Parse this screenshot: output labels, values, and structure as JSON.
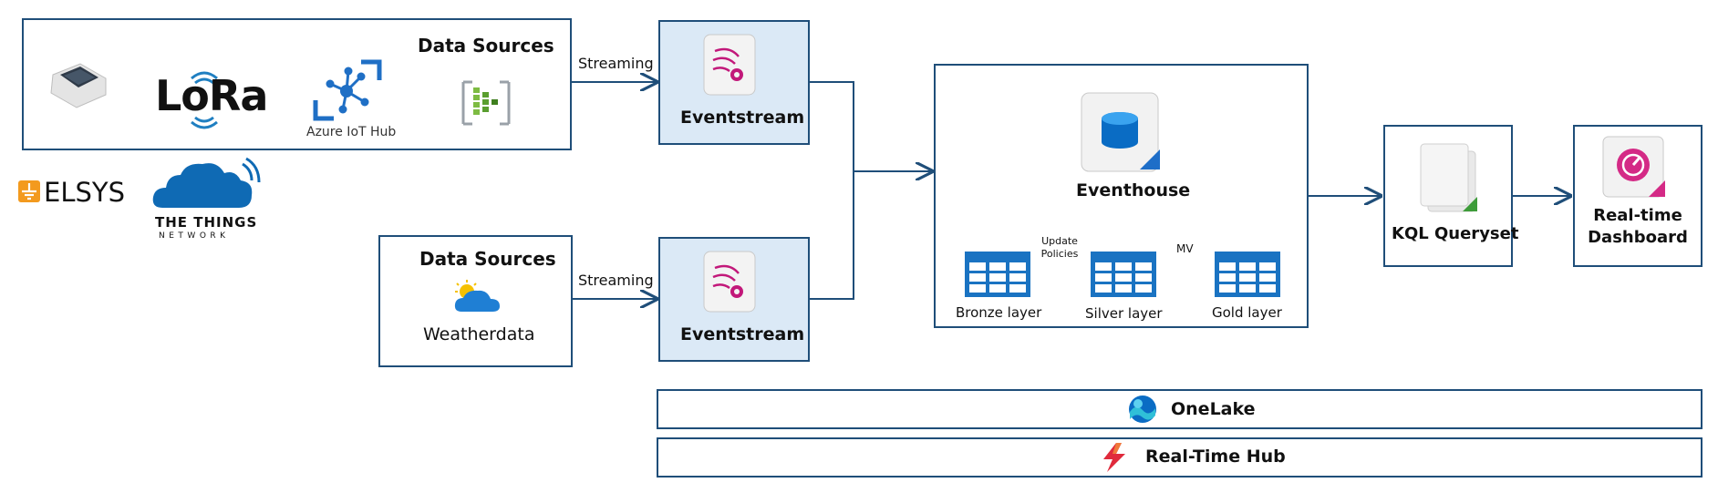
{
  "source_group_1": {
    "title": "Data Sources",
    "lora_text": "LoRa",
    "iot_hub_label": "Azure IoT Hub",
    "stream_label": "Streaming"
  },
  "brands": {
    "elsys": "ELSYS",
    "things_network_line1": "THE THINGS",
    "things_network_line2": "NETWORK"
  },
  "source_group_2": {
    "title": "Data Sources",
    "weather_label": "Weatherdata",
    "stream_label": "Streaming"
  },
  "eventstream_1": {
    "label": "Eventstream"
  },
  "eventstream_2": {
    "label": "Eventstream"
  },
  "eventhouse": {
    "label": "Eventhouse",
    "update_policies_label": "Update\nPolicies",
    "mv_label": "MV",
    "layers": [
      "Bronze layer",
      "Silver layer",
      "Gold layer"
    ]
  },
  "kql": {
    "label": "KQL Queryset"
  },
  "dashboard": {
    "label": "Real-time\nDashboard"
  },
  "onelake": {
    "label": "OneLake"
  },
  "realtime_hub": {
    "label": "Real-Time Hub"
  },
  "colors": {
    "border": "#1f4e79",
    "eventstream_fill": "#dbe9f6",
    "table_blue": "#1a73c2",
    "orange_arrow": "#e8692a",
    "fabric_pink": "#c2187a"
  }
}
